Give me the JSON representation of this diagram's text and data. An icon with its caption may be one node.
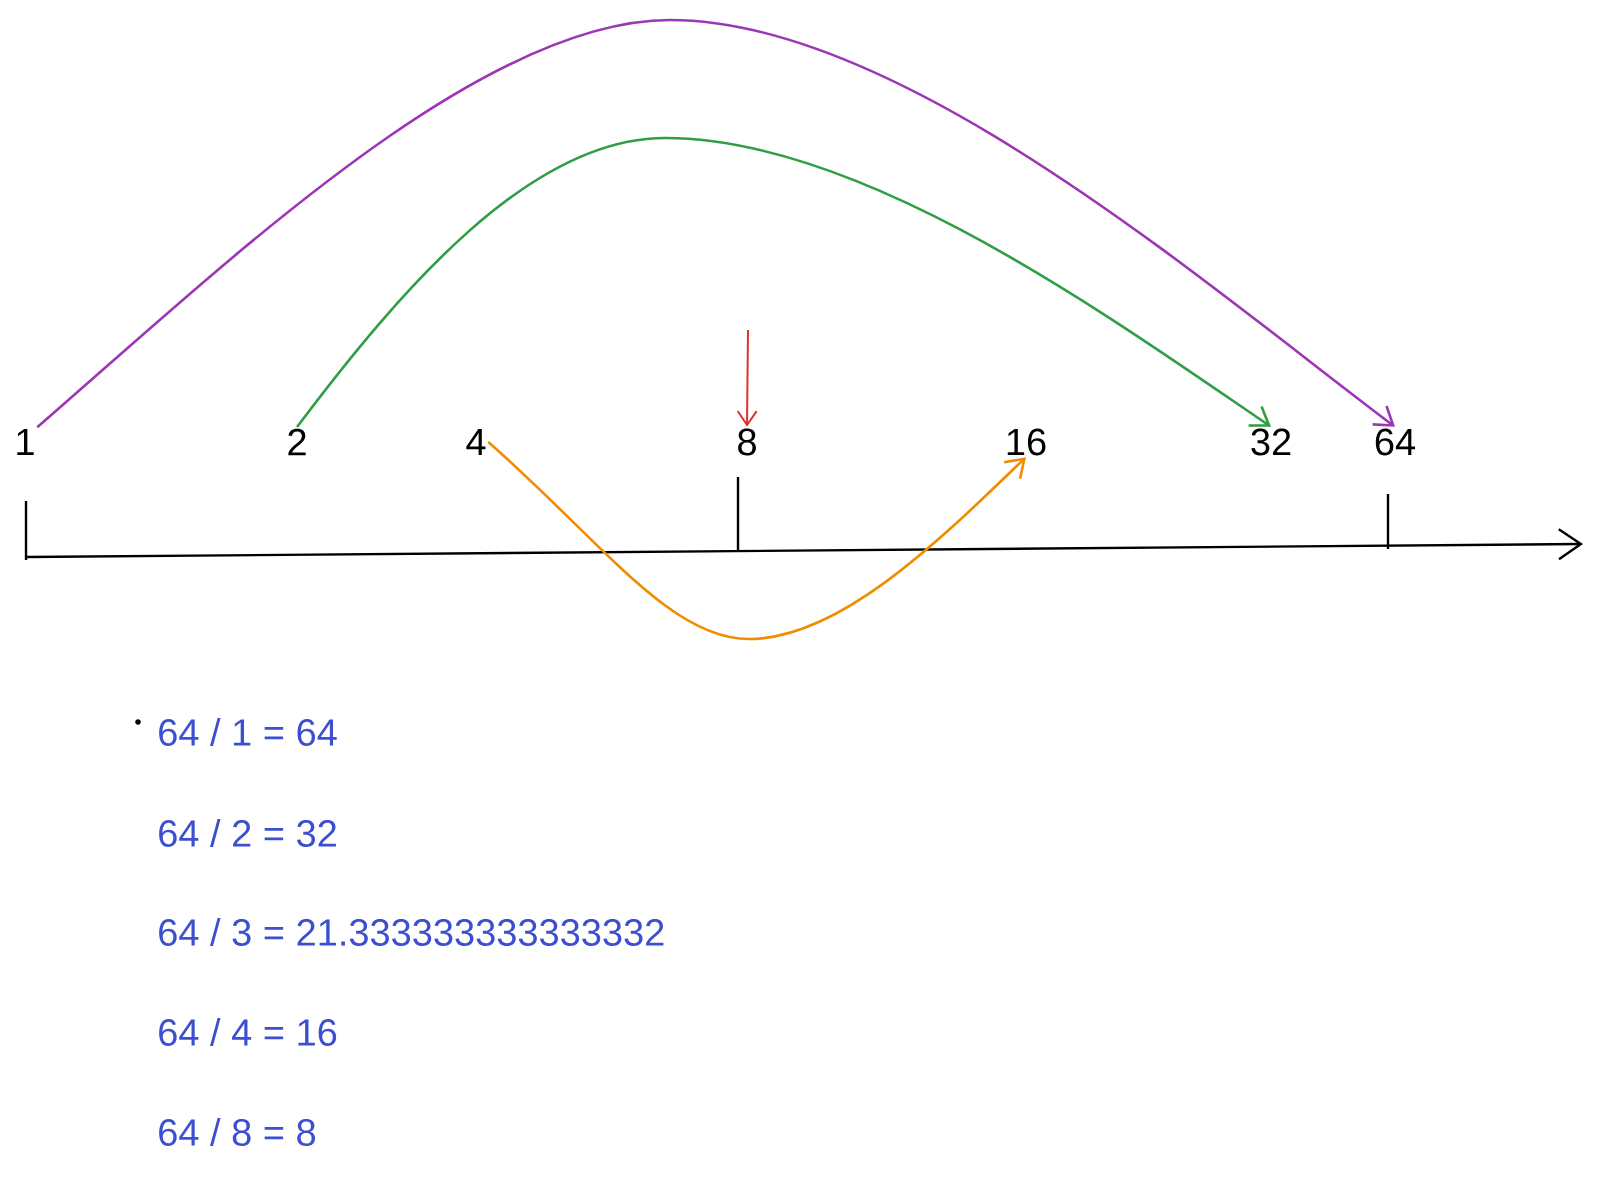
{
  "diagram": {
    "nodes": [
      {
        "text": [
          "1"
        ]
      },
      {
        "text": [
          "2"
        ]
      },
      {
        "text": [
          "4"
        ]
      },
      {
        "text": [
          "8"
        ]
      },
      {
        "text": [
          "16"
        ]
      },
      {
        "text": [
          "32"
        ]
      },
      {
        "text": [
          "64"
        ]
      }
    ],
    "edges": [
      {
        "from": 0,
        "to": 6,
        "arrow": "to",
        "color": "#9c36b5"
      },
      {
        "from": 1,
        "to": 5,
        "arrow": "to",
        "color": "#2f9e44"
      },
      {
        "from": 2,
        "to": 4,
        "arrow": "to",
        "color": "#f08c00"
      },
      {
        "from": null,
        "to": 3,
        "arrow": "to",
        "color": "#e03131"
      }
    ],
    "labels": [
      "64 / 1 = 64",
      "64 / 2 = 32",
      "64 / 3 = 21.333333333333332",
      "64 / 4 = 16",
      "64 / 8 = 8"
    ]
  }
}
